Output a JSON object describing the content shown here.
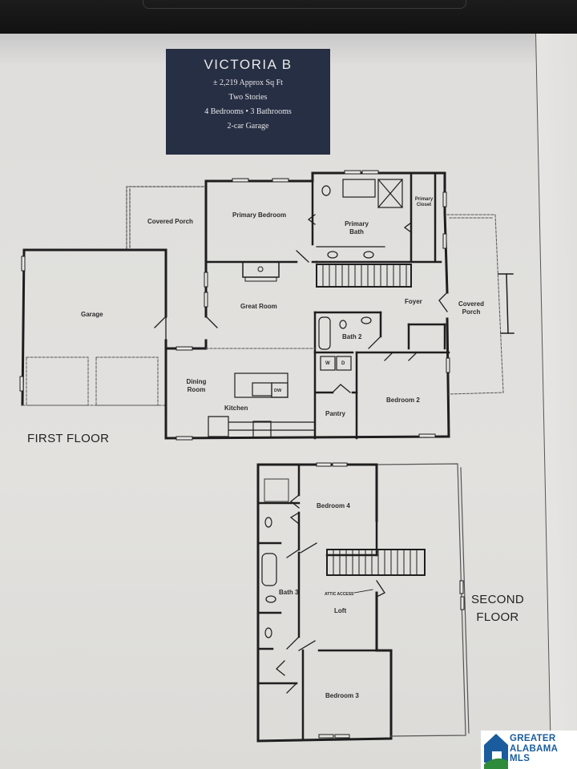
{
  "header": {
    "title": "VICTORIA B",
    "details": [
      "± 2,219 Approx Sq Ft",
      "Two Stories",
      "4 Bedrooms • 3 Bathrooms",
      "2-car Garage"
    ]
  },
  "first_floor": {
    "label": "FIRST FLOOR",
    "rooms": {
      "covered_porch_back": "Covered Porch",
      "primary_bedroom": "Primary Bedroom",
      "primary_bath": "Primary Bath",
      "primary_closet": "Primary Closet",
      "garage": "Garage",
      "great_room": "Great Room",
      "foyer": "Foyer",
      "covered_porch_front": "Covered Porch",
      "bath_2": "Bath 2",
      "dining_room": "Dining Room",
      "kitchen": "Kitchen",
      "pantry": "Pantry",
      "bedroom_2": "Bedroom 2"
    },
    "fixtures": {
      "washer": "W",
      "dryer": "D",
      "dishwasher": "DW"
    }
  },
  "second_floor": {
    "label_line1": "SECOND",
    "label_line2": "FLOOR",
    "rooms": {
      "bedroom_4": "Bedroom 4",
      "bath_3": "Bath 3",
      "loft": "Loft",
      "bedroom_3": "Bedroom 3"
    },
    "annotations": {
      "attic_access": "ATTIC ACCESS"
    }
  },
  "logo": {
    "line1": "GREATER",
    "line2": "ALABAMA",
    "line3": "MLS",
    "colors": {
      "blue": "#1a5c9e",
      "green": "#2e8b3a"
    }
  }
}
